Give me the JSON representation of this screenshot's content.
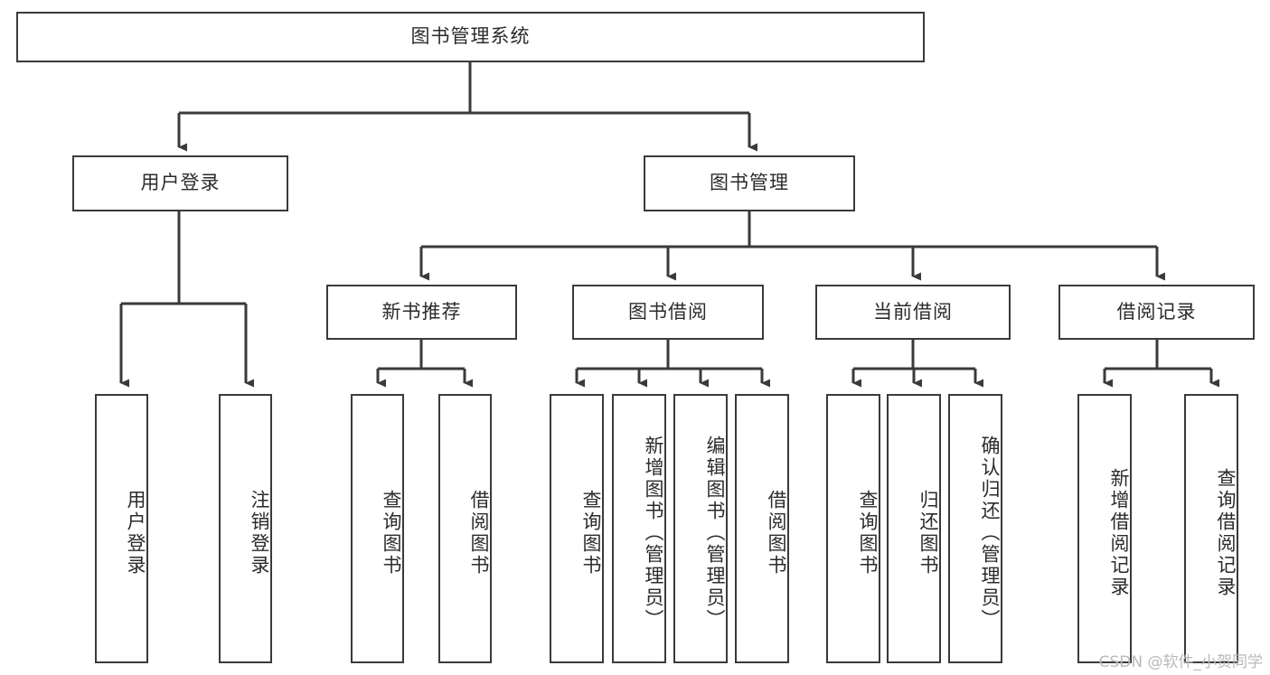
{
  "diagram": {
    "title": "图书管理系统",
    "type": "tree",
    "watermark": "CSDN @软件_小贺同学",
    "colors": {
      "background": "#ffffff",
      "box_border": "#3a3a3a",
      "box_fill": "#ffffff",
      "text": "#2b2b2b",
      "connector": "#3a3a3a",
      "watermark": "#b9b9b9"
    },
    "root": {
      "label": "图书管理系统"
    },
    "level2": [
      {
        "label": "用户登录"
      },
      {
        "label": "图书管理"
      }
    ],
    "level3": [
      {
        "label": "新书推荐"
      },
      {
        "label": "图书借阅"
      },
      {
        "label": "当前借阅"
      },
      {
        "label": "借阅记录"
      }
    ],
    "leaves": {
      "user_login": [
        {
          "label": "用户登录"
        },
        {
          "label": "注销登录"
        }
      ],
      "new_book_recommend": [
        {
          "label": "查询图书"
        },
        {
          "label": "借阅图书"
        }
      ],
      "book_borrow": [
        {
          "label": "查询图书"
        },
        {
          "label": "新增图书（管理员）"
        },
        {
          "label": "编辑图书（管理员）"
        },
        {
          "label": "借阅图书"
        }
      ],
      "current_borrow": [
        {
          "label": "查询图书"
        },
        {
          "label": "归还图书"
        },
        {
          "label": "确认归还（管理员）"
        }
      ],
      "borrow_record": [
        {
          "label": "新增借阅记录"
        },
        {
          "label": "查询借阅记录"
        }
      ]
    }
  }
}
